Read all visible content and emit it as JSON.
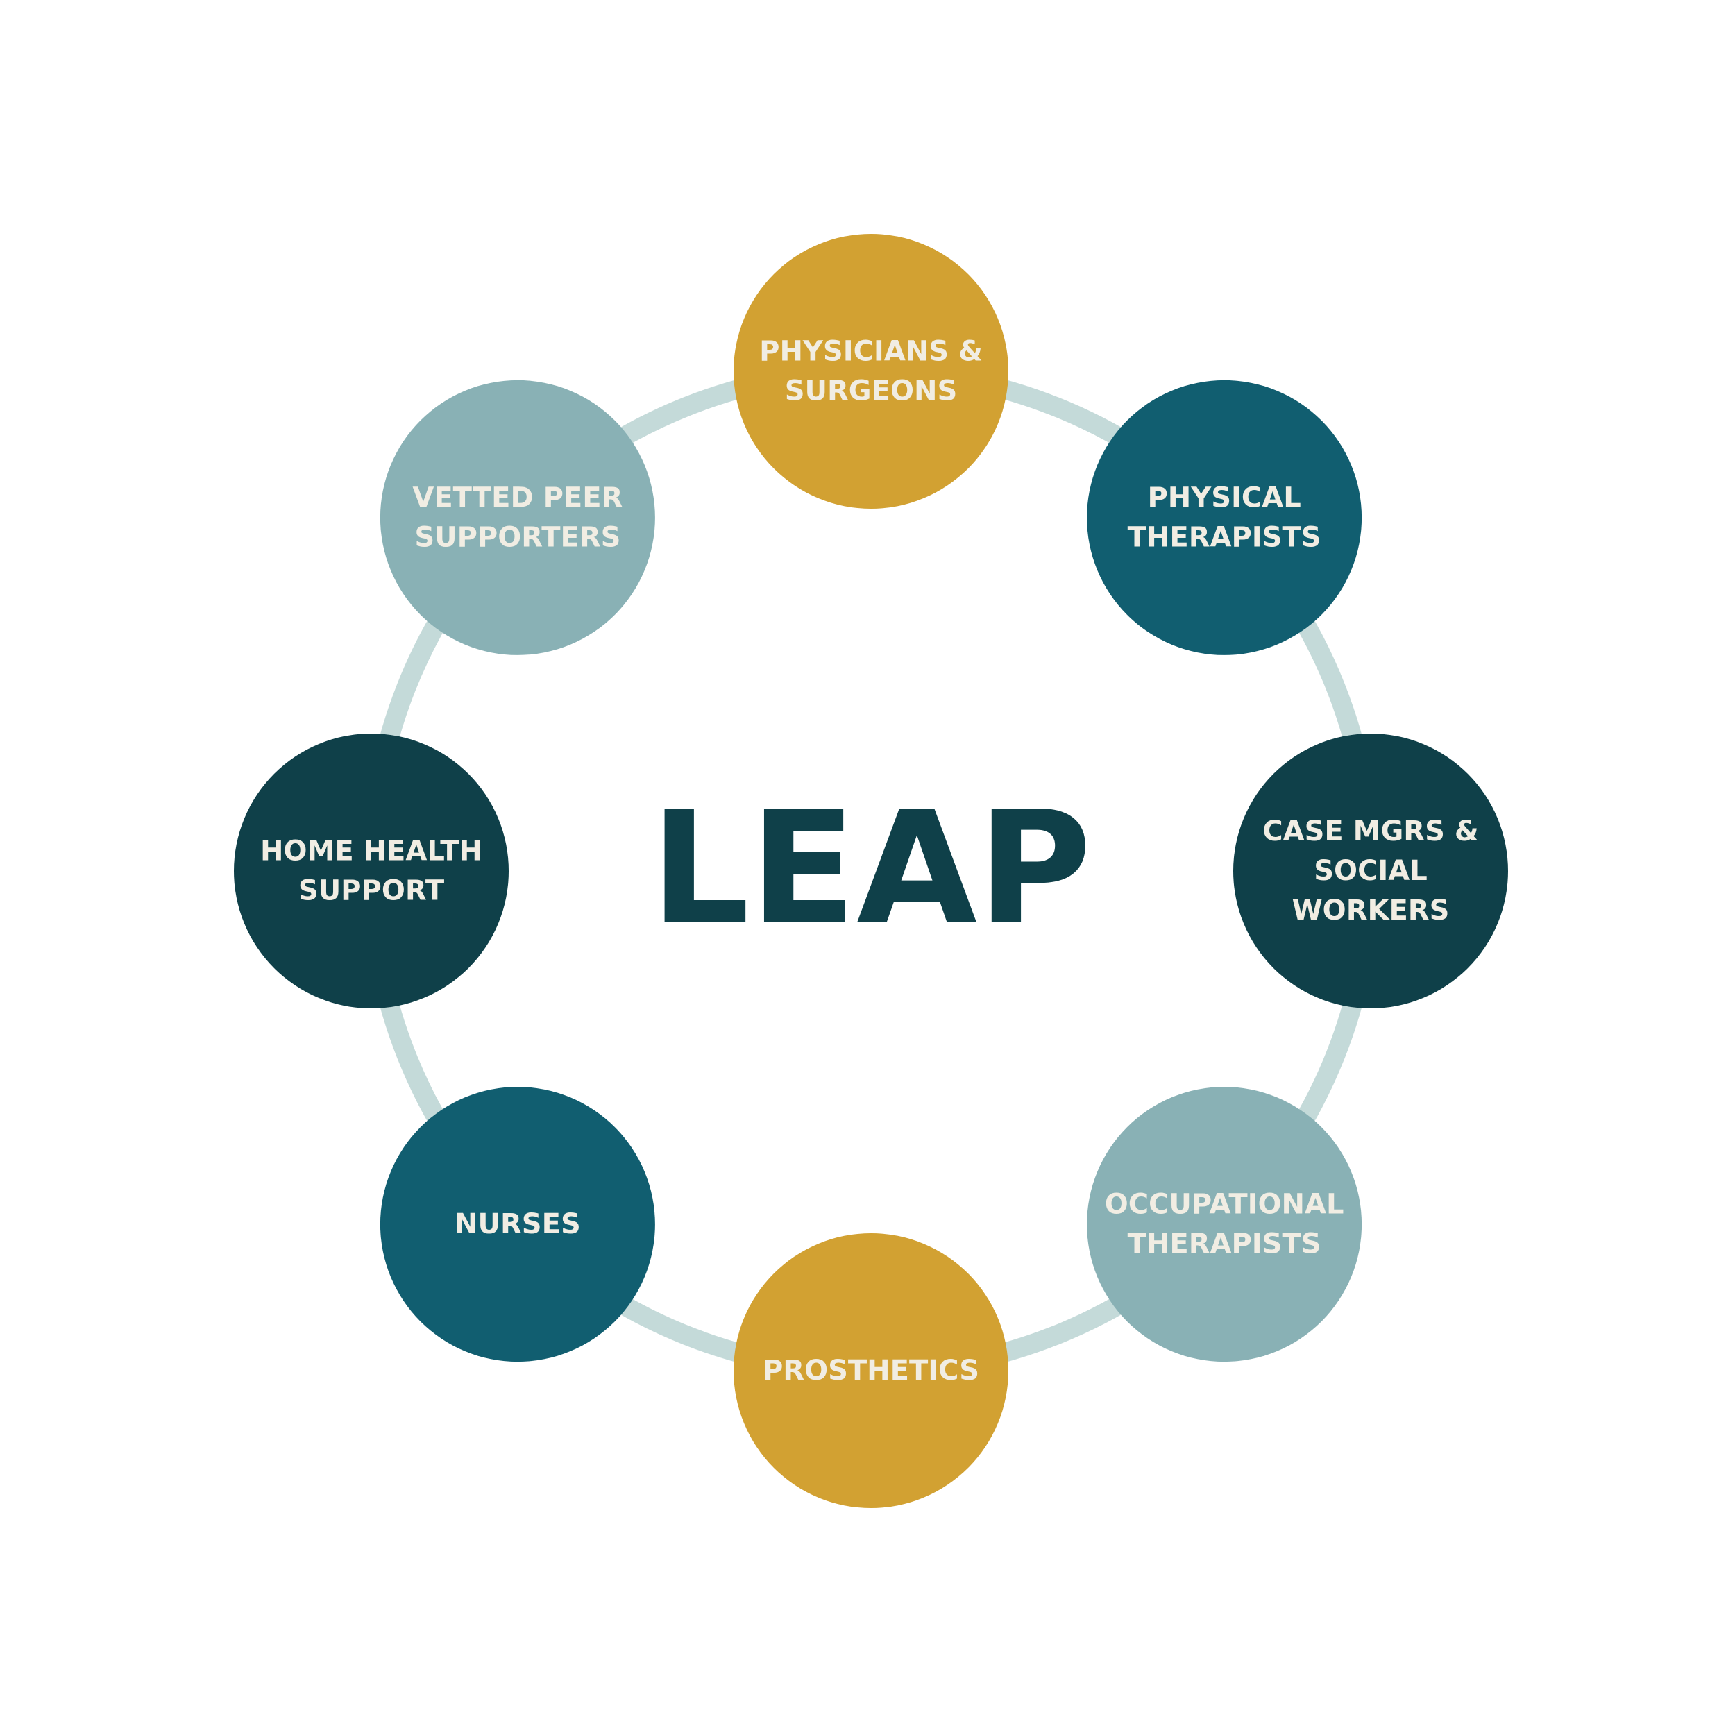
{
  "center": {
    "title": "LEAP",
    "color": "#0f4049"
  },
  "ring": {
    "color": "#c4dad9"
  },
  "label_color": "#f1ede3",
  "nodes": [
    {
      "id": "physicians-surgeons",
      "lines": [
        "PHYSICIANS &",
        "SURGEONS"
      ],
      "color": "#d2a132"
    },
    {
      "id": "physical-therapists",
      "lines": [
        "PHYSICAL",
        "THERAPISTS"
      ],
      "color": "#115e70"
    },
    {
      "id": "case-mgrs-social-workers",
      "lines": [
        "CASE MGRS &",
        "SOCIAL",
        "WORKERS"
      ],
      "color": "#0f4049"
    },
    {
      "id": "occupational-therapists",
      "lines": [
        "OCCUPATIONAL",
        "THERAPISTS"
      ],
      "color": "#89b1b5"
    },
    {
      "id": "prosthetics",
      "lines": [
        "PROSTHETICS"
      ],
      "color": "#d2a132"
    },
    {
      "id": "nurses",
      "lines": [
        "NURSES"
      ],
      "color": "#115e70"
    },
    {
      "id": "home-health-support",
      "lines": [
        "HOME HEALTH",
        "SUPPORT"
      ],
      "color": "#0f4049"
    },
    {
      "id": "vetted-peer-supporters",
      "lines": [
        "VETTED PEER",
        "SUPPORTERS"
      ],
      "color": "#89b1b5"
    }
  ]
}
